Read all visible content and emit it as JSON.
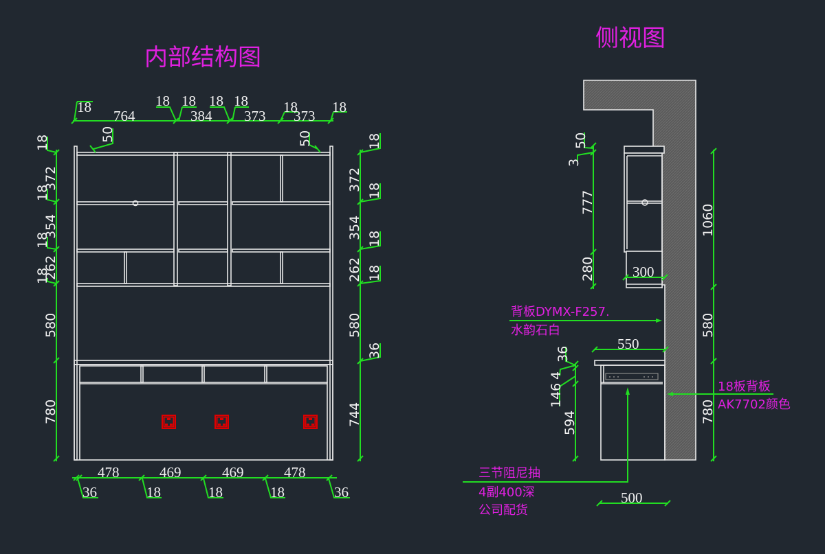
{
  "titles": {
    "front": "内部结构图",
    "side": "侧视图"
  },
  "front_view": {
    "top_dims": [
      "18",
      "764",
      "18",
      "18",
      "384",
      "18",
      "18",
      "373",
      "18",
      "373",
      "18"
    ],
    "top_offsets": [
      "50",
      "50"
    ],
    "left_dims": [
      "18",
      "372",
      "18",
      "354",
      "18",
      "262",
      "18",
      "580",
      "780"
    ],
    "right_dims": [
      "18",
      "372",
      "18",
      "354",
      "18",
      "262",
      "18",
      "580",
      "36",
      "744"
    ],
    "bottom_dims": [
      "478",
      "469",
      "469",
      "478"
    ],
    "bottom_gaps": [
      "36",
      "18",
      "18",
      "18",
      "36"
    ],
    "sockets_count": 3
  },
  "side_view": {
    "left_dims": [
      "50",
      "3",
      "777",
      "280",
      "36",
      "4",
      "146",
      "594"
    ],
    "right_dims": [
      "1060",
      "580",
      "780"
    ],
    "depth_upper": "300",
    "depth_counter": "550",
    "depth_base": "500",
    "notes": {
      "back_panel_line1": "背板DYMX-F257.",
      "back_panel_line2": "水韵石白",
      "board_line1": "18板背板",
      "board_line2": "AK7702颜色",
      "drawer_line1": "三节阻尼抽",
      "drawer_line2": "4副400深",
      "drawer_line3": "公司配货"
    }
  },
  "colors": {
    "background": "#212830",
    "dimension": "#22dd22",
    "annotation": "#e020e0",
    "geometry": "#e8e8e8",
    "socket": "#e00000"
  }
}
